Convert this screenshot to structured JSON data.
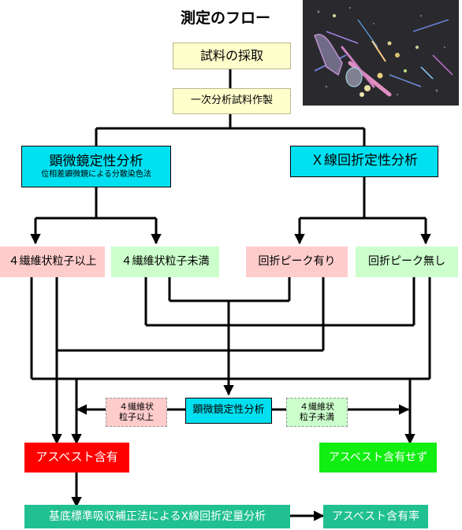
{
  "title": "測定のフロー",
  "nodes": {
    "sample_collection": "試料の採取",
    "primary_sample": "一次分析試料作製",
    "microscopy": "顕微鏡定性分析",
    "microscopy_method": "位相差顕微鏡による分散染色法",
    "xray_qualitative": "Ｘ線回折定性分析",
    "fiber_4_or_more": "４繊維状粒子以上",
    "fiber_below_4": "４繊維状粒子未満",
    "peak_present": "回折ピーク有り",
    "peak_absent": "回折ピーク無し",
    "microscopy_second": "顕微鏡定性分析",
    "small_fiber_4_or_more": [
      "４繊維状",
      "粒子以上"
    ],
    "small_fiber_below_4": [
      "４繊維状",
      "粒子未満"
    ],
    "asbestos_contained": "アスベスト含有",
    "asbestos_not_contained": "アスベスト含有せず",
    "quantitative_analysis": "基底標準吸収補正法によるX線回折定量分析",
    "asbestos_content_rate": "アスベスト含有率"
  },
  "colors": {
    "yellow": "#ffffcc",
    "cyan": "#00e0f0",
    "pink": "#ffcccc",
    "light_green": "#ccffcc",
    "red": "#ff0000",
    "green": "#11ee11",
    "teal": "#20c090"
  }
}
